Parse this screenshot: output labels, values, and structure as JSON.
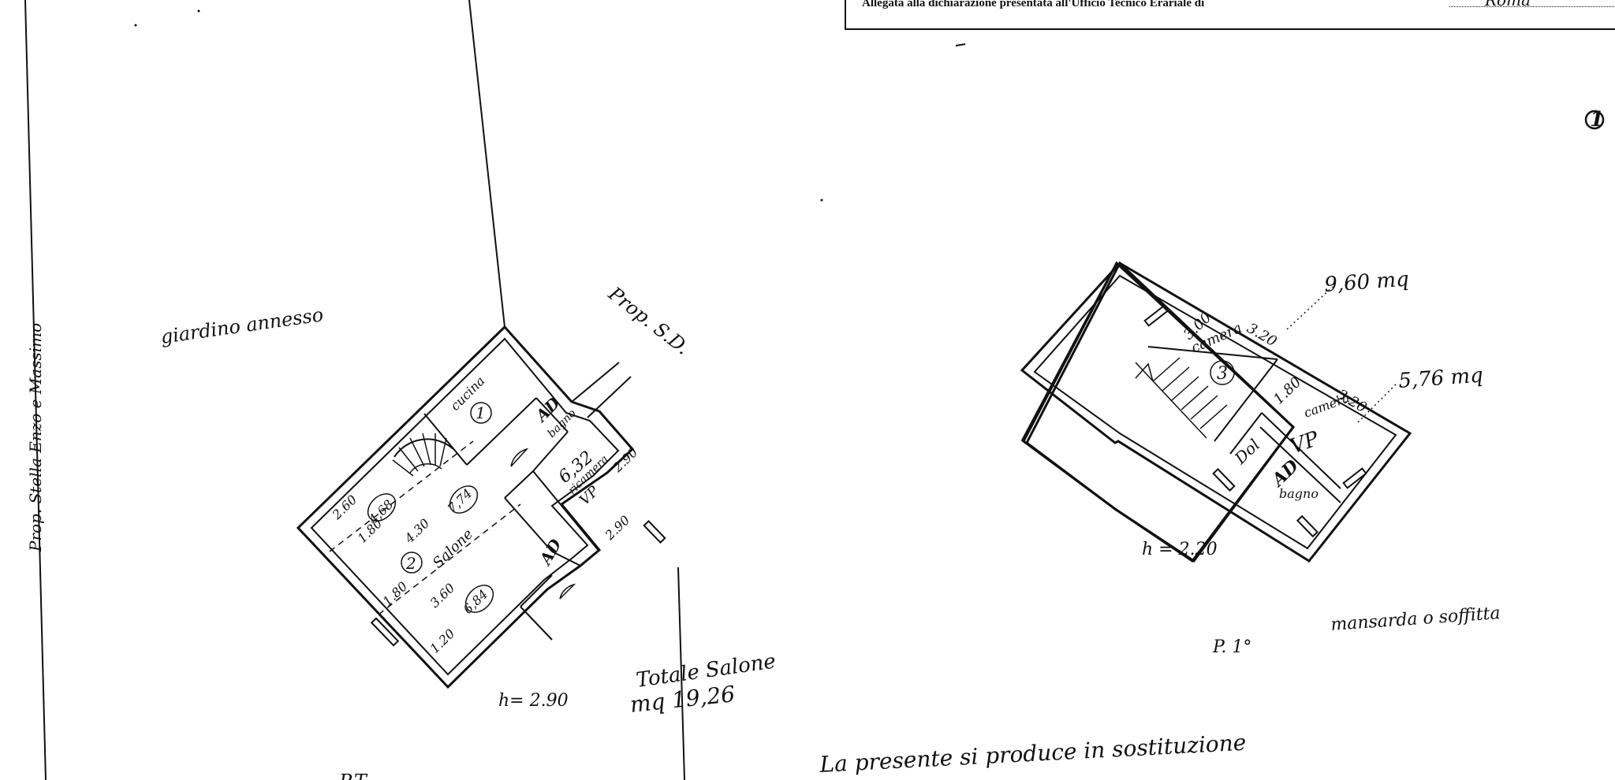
{
  "header": {
    "text": "Allegata alla dichiarazione presentata all'Ufficio Tecnico Erariale di",
    "city": "Roma"
  },
  "sheet_number": "1",
  "side_note": "Prop. Stella Enzo e Massimo",
  "labels": {
    "garden": "giardino annesso",
    "prop_sd": "Prop. S.D.",
    "ground_height": "h= 2.90",
    "upper_height": "h = 2.20",
    "upper_floor": "P. 1°",
    "attic": "mansarda o soffitta",
    "total": "Totale Salone",
    "total_value": "mq 19,26",
    "bottom_note": "La presente si produce in sostituzione",
    "ground_floor": "P.T."
  },
  "ground_floor_rooms": {
    "r1_number": "1",
    "r1_name": "cucina",
    "r2_number": "2",
    "r2_name": "Salone",
    "bagno_code": "AD",
    "bagno_name": "bagno",
    "wc_area": "6,32",
    "wc_name": "ricamera",
    "wc_vp": "VP",
    "wc_dim": "2.90",
    "wc_dim2": "2.90",
    "dim_a": "2.60",
    "dim_b": "1.80",
    "dim_c": "4.30",
    "dim_d": "3.60",
    "dim_e": "1.80",
    "dim_f": "1.20",
    "area_a": "4,68",
    "area_b": "7,74",
    "area_c": "6,84",
    "closet_code": "AD"
  },
  "upper_floor_rooms": {
    "r3_number": "3",
    "r3_name": "camera",
    "r3_dim": "3.00",
    "r3_dim2": "3.20",
    "r4_name": "camera",
    "r4_dim": "1.80",
    "r4_dim2": "3.20",
    "r4_vp": "VP",
    "bagno_code": "AD",
    "bagno_name": "bagno",
    "hall_code": "Dol",
    "note_area1": "9,60 mq",
    "note_area2": "5,76 mq"
  }
}
